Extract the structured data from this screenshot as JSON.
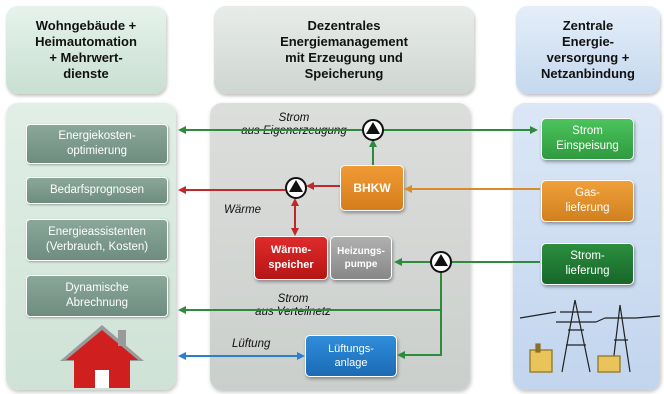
{
  "columns": {
    "left_header": "Wohngebäude +\nHeimautomation\n+ Mehrwert-\ndienste",
    "center_header": "Dezentrales\nEnergiemanagement\nmit Erzeugung und\nSpeicherung",
    "right_header": "Zentrale\nEnergie-\nversorgung +\nNetzanbindung"
  },
  "left_items": [
    "Energiekosten-\noptimierung",
    "Bedarfsprognosen",
    "Energieassistenten\n(Verbrauch, Kosten)",
    "Dynamische\nAbrechnung"
  ],
  "center": {
    "bhkw": "BHKW",
    "waerme_speicher": "Wärme-\nspeicher",
    "heizungspumpe": "Heizungs-\npumpe",
    "lueftungsanlage": "Lüftungs-\nanlage"
  },
  "right_items": {
    "strom_einspeisung": "Strom\nEinspeisung",
    "gas_lieferung": "Gas-\nlieferung",
    "strom_lieferung": "Strom-\nlieferung"
  },
  "flow_labels": {
    "strom_eigen": "Strom\naus Eigenerzeugung",
    "waerme": "Wärme",
    "strom_netz": "Strom\naus Verteilnetz",
    "lueftung": "Lüftung"
  },
  "colors": {
    "green_flow": "#2e8b3e",
    "red_flow": "#c0282a",
    "orange_flow": "#d98a2a",
    "blue_flow": "#2a7fd0",
    "bhkw": "#e08a25",
    "speicher": "#d42020",
    "pumpe": "#9a9a9a",
    "lueftung_box": "#1f78c8",
    "einspeisung": "#3aa84a",
    "gas": "#e08a25",
    "stromlieferung": "#1e7a30"
  },
  "icons": [
    "house-icon",
    "pump-icon",
    "power-pylon-icon"
  ]
}
